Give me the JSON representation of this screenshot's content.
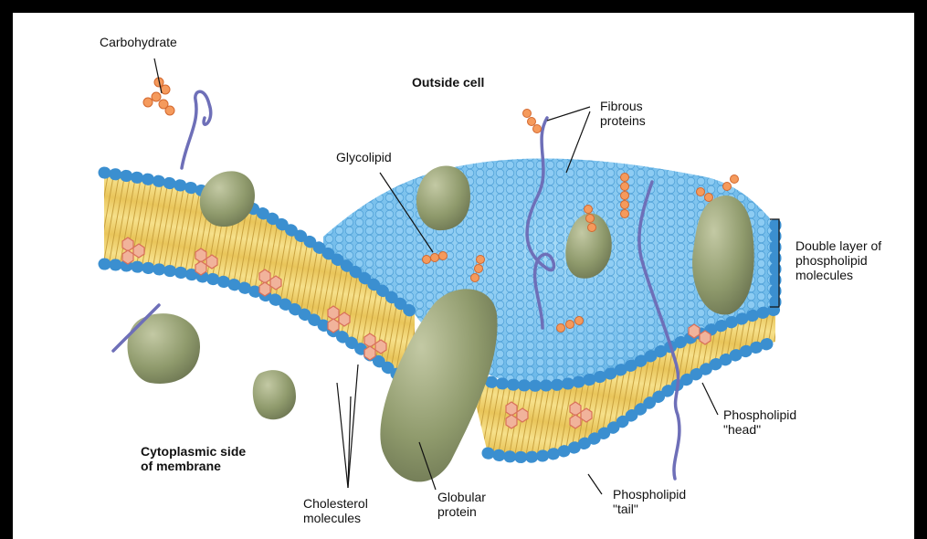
{
  "labels": {
    "carbohydrate": "Carbohydrate",
    "outside_cell": "Outside cell",
    "fibrous_proteins": "Fibrous\nproteins",
    "glycolipid": "Glycolipid",
    "double_layer": "Double layer of\nphospholipid\nmolecules",
    "phospholipid_head": "Phospholipid\n\"head\"",
    "phospholipid_tail": "Phospholipid\n\"tail\"",
    "globular_protein": "Globular\nprotein",
    "cholesterol": "Cholesterol\nmolecules",
    "cytoplasmic_side": "Cytoplasmic side\nof membrane"
  },
  "colors": {
    "background": "#ffffff",
    "frame": "#000000",
    "head": "#4aa3e0",
    "surface": "#7cc3f0",
    "tail": "#f2d36b",
    "protein": "#8e9a6a",
    "cholesterol": "#e89a7c",
    "carbohydrate": "#f08a4a",
    "fiber": "#6e6fb8"
  }
}
